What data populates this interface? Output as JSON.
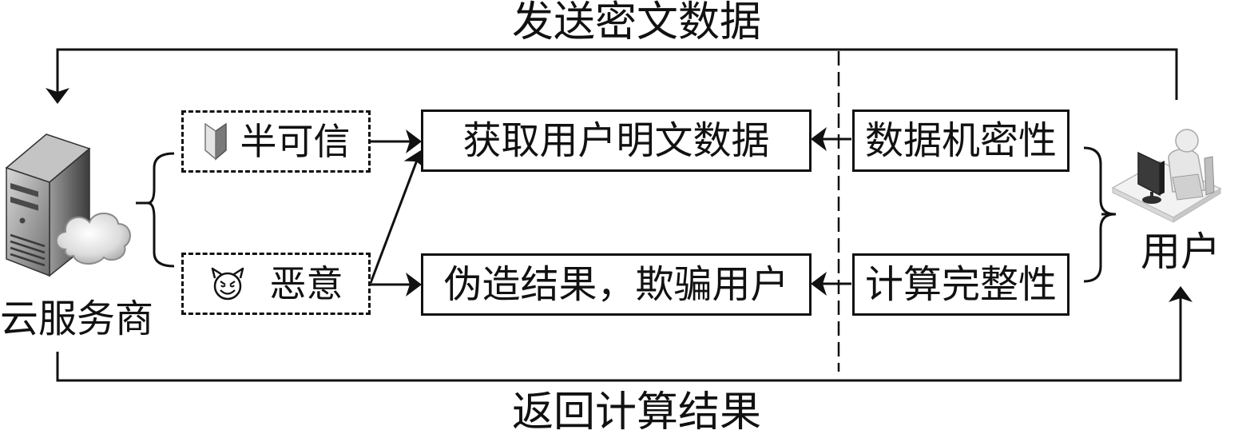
{
  "flows": {
    "top_label": "发送密文数据",
    "bottom_label": "返回计算结果"
  },
  "actors": {
    "cloud_provider": {
      "label": "云服务商",
      "icon": "server-cloud-icon"
    },
    "user": {
      "label": "用户",
      "icon": "user-workstation-icon"
    }
  },
  "provider_types": [
    {
      "label": "半可信",
      "icon": "beginner-leaf-icon"
    },
    {
      "label": "恶意",
      "icon": "devil-face-icon"
    }
  ],
  "threats": [
    {
      "label": "获取用户明文数据"
    },
    {
      "label": "伪造结果，欺骗用户"
    }
  ],
  "requirements": [
    {
      "label": "数据机密性"
    },
    {
      "label": "计算完整性"
    }
  ],
  "colors": {
    "stroke": "#111111",
    "background": "#ffffff"
  }
}
